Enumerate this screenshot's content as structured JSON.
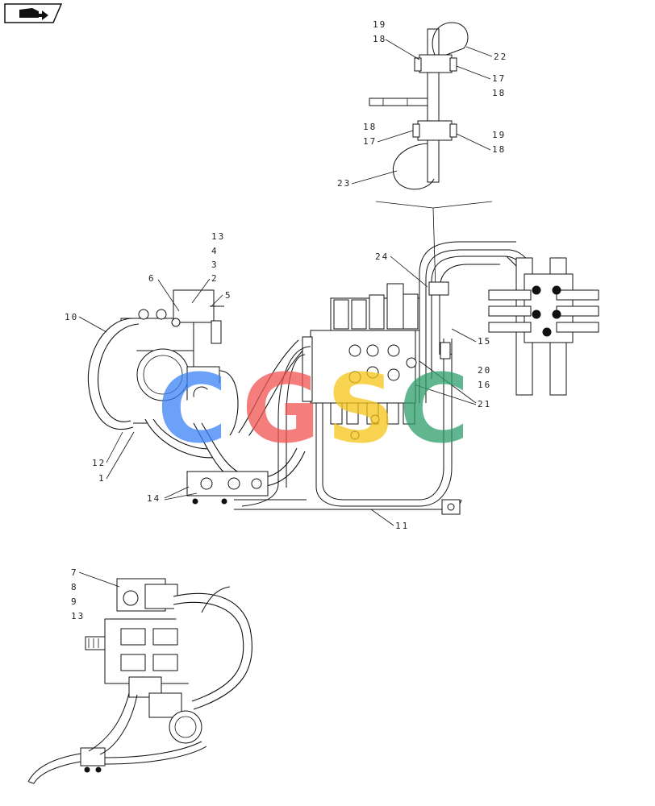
{
  "nav_icon": {
    "name": "book-arrow-icon"
  },
  "watermark": {
    "letters": [
      "C",
      "G",
      "S",
      "C"
    ],
    "colors": [
      "#3b82f6",
      "#ef5350",
      "#f5c518",
      "#2e9e6a"
    ]
  },
  "callouts": {
    "c19a": "19",
    "c18a": "18",
    "c22": "22",
    "c17a": "17",
    "c18b": "18",
    "c18c": "18",
    "c17b": "17",
    "c19b": "19",
    "c18d": "18",
    "c23": "23",
    "c13a": "13",
    "c4": "4",
    "c3": "3",
    "c2": "2",
    "c6": "6",
    "c5": "5",
    "c10": "10",
    "c24": "24",
    "c15": "15",
    "c20": "20",
    "c16": "16",
    "c21": "21",
    "c12": "12",
    "c1": "1",
    "c14": "14",
    "c11": "11",
    "c7": "7",
    "c8": "8",
    "c9": "9",
    "c13b": "13"
  }
}
